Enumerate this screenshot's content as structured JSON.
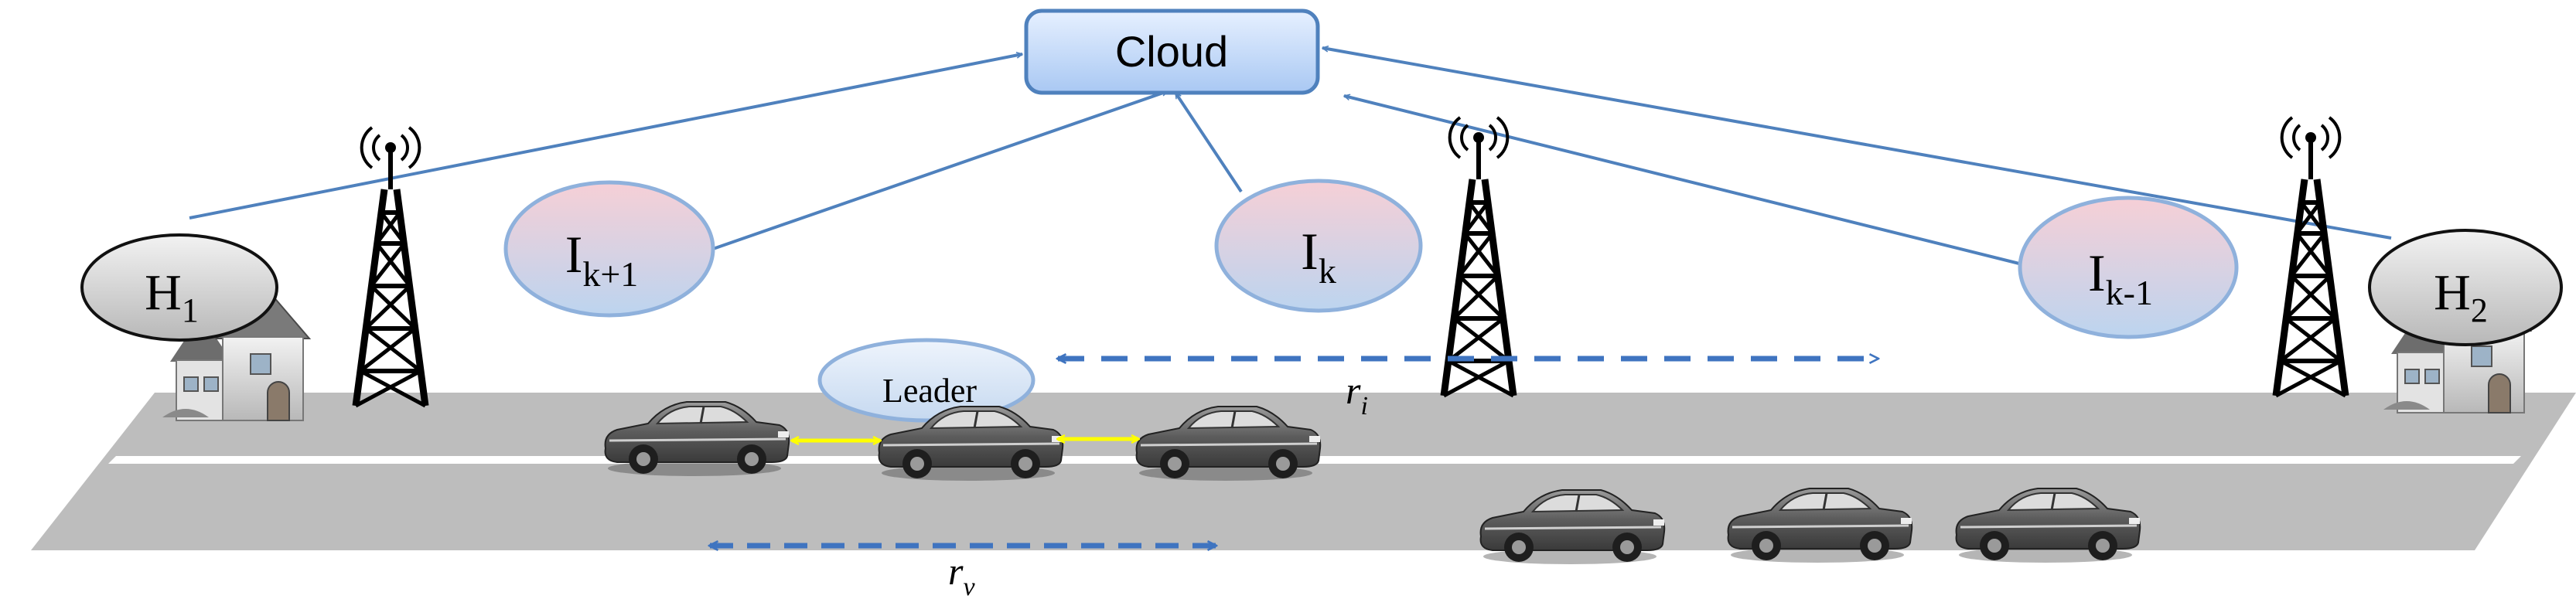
{
  "cloud": {
    "label": "Cloud"
  },
  "homes": [
    {
      "base": "H",
      "sub": "1"
    },
    {
      "base": "H",
      "sub": "2"
    }
  ],
  "infrastructure_nodes": [
    {
      "base": "I",
      "sub": "k+1"
    },
    {
      "base": "I",
      "sub": "k"
    },
    {
      "base": "I",
      "sub": "k-1"
    }
  ],
  "leader": {
    "label": "Leader"
  },
  "ranges": {
    "infrastructure": {
      "base": "r",
      "sub": "i"
    },
    "vehicle": {
      "base": "r",
      "sub": "v"
    }
  },
  "colors": {
    "link_blue": "#4f81bd",
    "dash_blue": "#3f74c0",
    "v2v_yellow": "#ffff00",
    "road_gray": "#bdbdbd",
    "cloud_fill_top": "#e6f0ff",
    "cloud_fill_bottom": "#a9c8f3",
    "node_fill_top": "#f6cfd6",
    "node_fill_bottom": "#bcd4ef"
  },
  "icons": [
    "house-icon",
    "cell-tower-icon",
    "car-icon"
  ]
}
